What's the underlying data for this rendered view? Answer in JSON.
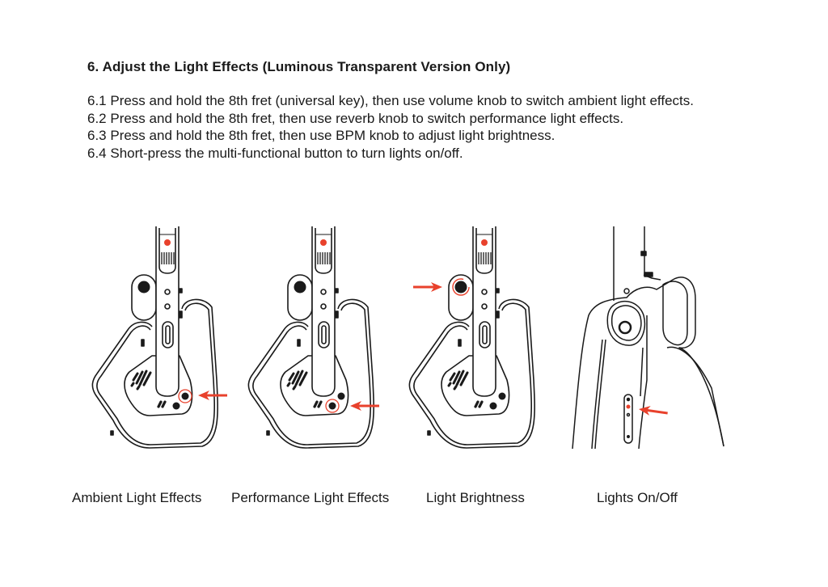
{
  "section": {
    "title": "6. Adjust the Light Effects (Luminous Transparent Version Only)",
    "steps": [
      "6.1 Press and hold the 8th fret (universal key), then use volume knob to switch ambient light effects.",
      "6.2 Press and hold the 8th fret, then use reverb knob to switch performance light effects.",
      "6.3 Press and hold the 8th fret, then use BPM knob to adjust light brightness.",
      "6.4 Short-press the multi-functional button to turn lights on/off."
    ]
  },
  "figures": [
    {
      "caption": "Ambient Light Effects",
      "highlight": "volume knob"
    },
    {
      "caption": "Performance Light Effects",
      "highlight": "reverb knob"
    },
    {
      "caption": "Light Brightness",
      "highlight": "BPM knob"
    },
    {
      "caption": "Lights On/Off",
      "highlight": "multi-functional button"
    }
  ],
  "colors": {
    "accent": "#e8412c",
    "line": "#1a1a1a"
  }
}
